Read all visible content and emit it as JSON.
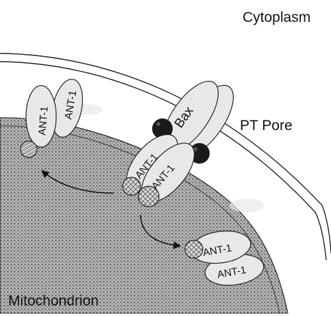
{
  "labels": {
    "cytoplasm": "Cytoplasm",
    "pt_pore": "PT Pore",
    "mitochondrion": "Mitochondrion",
    "bax": "Bax",
    "ant1": "ANT-1"
  },
  "colors": {
    "stipple_background": "#b5b5b5",
    "stipple_dots": "#4a4a4a",
    "ligand": "#1a1a1a",
    "membrane_line": "#222222"
  },
  "icons": {
    "hatched_circle": "crosshatched-ligand-icon",
    "black_circle": "bound-ligand-icon"
  }
}
